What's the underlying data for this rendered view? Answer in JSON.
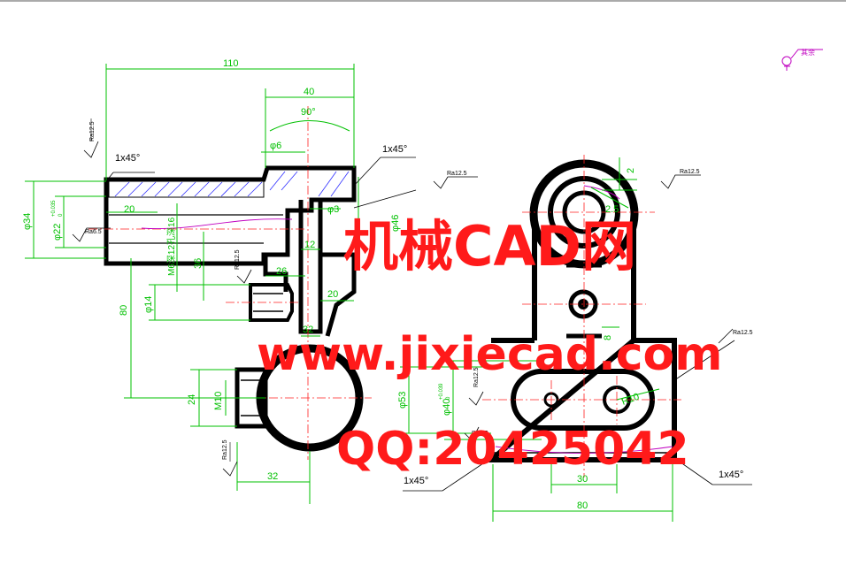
{
  "side_view": {
    "dims": {
      "d110": "110",
      "d40": "40",
      "angle90": "90°",
      "phi6": "φ6",
      "phi3": "φ3",
      "phi46": "φ46",
      "d12": "12",
      "d26": "26",
      "d20_right": "20",
      "d32_mid": "32",
      "d20_left": "20",
      "phi34": "φ34",
      "phi22": "φ22",
      "phi22_tol": "+0.035",
      "phi22_tol2": "0",
      "thread": "M6深12孔深16",
      "d36": "36",
      "d80": "80",
      "phi14": "φ14",
      "d24": "24",
      "m10": "M10",
      "d32_bottom": "32"
    },
    "chamfer_top_left": "1x45°",
    "chamfer_top_right": "1x45°",
    "roughness": [
      "Ra12.5",
      "Ra6.5",
      "Ra12.5",
      "Ra12.5",
      "Ra12.5"
    ]
  },
  "front_view": {
    "dims": {
      "d2": "2",
      "d2_5": "2.5",
      "d8": "8",
      "phi53": "φ53",
      "phi40": "φ40",
      "phi40_tol": "+0.039",
      "phi40_tol2": "0",
      "d30": "30",
      "d80": "80",
      "r10": "R10"
    },
    "chamfer_left": "1x45°",
    "chamfer_right": "1x45°",
    "roughness": [
      "Ra12.5",
      "Ra12.5",
      "Ra12.5",
      "Ra6.5"
    ]
  },
  "corner_symbol": "其余",
  "watermark": {
    "line1": "机械CAD网",
    "line2": "www.jixiecad.com",
    "line3": "QQ:20425042"
  },
  "colors": {
    "dimension": "#00c000",
    "outline": "#000000",
    "centerline": "#ff2020",
    "watermark": "#ff1a1a",
    "hatch": "#3030ff",
    "symbol": "#c000c0"
  }
}
